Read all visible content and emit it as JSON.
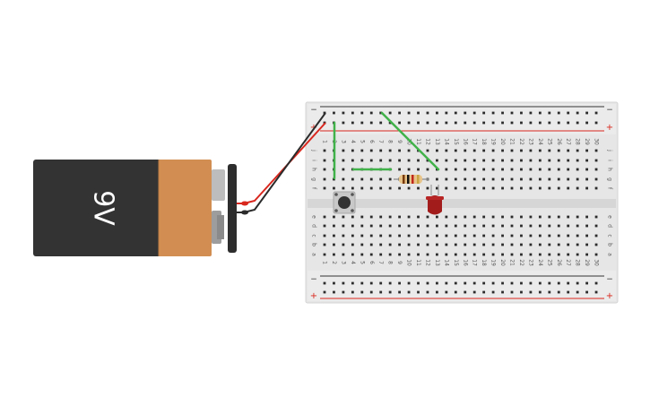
{
  "battery": {
    "label": "9V",
    "body_color": "#333333",
    "band_color": "#d28e52"
  },
  "breadboard": {
    "color": "#e6e6e6",
    "hole_color": "#2b2b2b",
    "rail_minus_label": "−",
    "rail_plus_label": "+",
    "rail_minus_color": "#333333",
    "rail_plus_color": "#d9271e",
    "columns": [
      "1",
      "2",
      "3",
      "4",
      "5",
      "6",
      "7",
      "8",
      "9",
      "10",
      "11",
      "12",
      "13",
      "14",
      "15",
      "16",
      "17",
      "18",
      "19",
      "20",
      "21",
      "22",
      "23",
      "24",
      "25",
      "26",
      "27",
      "28",
      "29",
      "30"
    ],
    "rows_top": [
      "j",
      "i",
      "h",
      "g",
      "f"
    ],
    "rows_bottom": [
      "e",
      "d",
      "c",
      "b",
      "a"
    ]
  },
  "wires": {
    "jumper_color": "#41b24a",
    "positive_color": "#d9271e",
    "negative_color": "#2b2b2b"
  },
  "components": {
    "led_color": "#a31c1c",
    "resistor_color": "#e8c48a",
    "resistor_bands": [
      "#7a3b0e",
      "#111111",
      "#c0281e",
      "#c9a441"
    ],
    "pushbutton_color": "#333333"
  }
}
